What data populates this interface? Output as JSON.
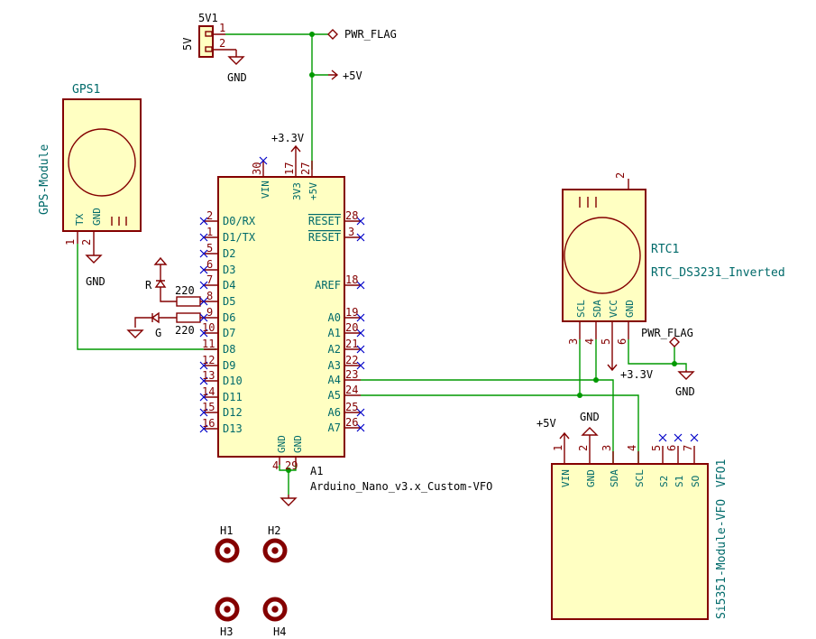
{
  "connector_5v1": {
    "ref": "5V1",
    "value": "5V",
    "pin1": "1",
    "pin2": "2",
    "gnd": "GND"
  },
  "power": {
    "pwr_flag": "PWR_FLAG",
    "plus5v": "+5V",
    "plus3v3": "+3.3V",
    "gnd": "GND"
  },
  "gps": {
    "ref": "GPS1",
    "value": "GPS-Module",
    "pin_tx": "TX",
    "pin_gnd": "GND",
    "pin1": "1",
    "pin2": "2",
    "gnd": "GND"
  },
  "nano": {
    "ref": "A1",
    "value": "Arduino_Nano_v3.x_Custom-VFO",
    "top_pins": [
      {
        "name": "VIN",
        "num": "30"
      },
      {
        "name": "3V3",
        "num": "17"
      },
      {
        "name": "+5V",
        "num": "27"
      }
    ],
    "left_pins": [
      {
        "name": "D0/RX",
        "num": "2"
      },
      {
        "name": "D1/TX",
        "num": "1"
      },
      {
        "name": "D2",
        "num": "5"
      },
      {
        "name": "D3",
        "num": "6"
      },
      {
        "name": "D4",
        "num": "7"
      },
      {
        "name": "D5",
        "num": "8"
      },
      {
        "name": "D6",
        "num": "9"
      },
      {
        "name": "D7",
        "num": "10"
      },
      {
        "name": "D8",
        "num": "11"
      },
      {
        "name": "D9",
        "num": "12"
      },
      {
        "name": "D10",
        "num": "13"
      },
      {
        "name": "D11",
        "num": "14"
      },
      {
        "name": "D12",
        "num": "15"
      },
      {
        "name": "D13",
        "num": "16"
      }
    ],
    "right_pins": [
      {
        "name": "RESET",
        "num": "28"
      },
      {
        "name": "RESET",
        "num": "3"
      },
      {
        "name": "AREF",
        "num": "18"
      },
      {
        "name": "A0",
        "num": "19"
      },
      {
        "name": "A1",
        "num": "20"
      },
      {
        "name": "A2",
        "num": "21"
      },
      {
        "name": "A3",
        "num": "22"
      },
      {
        "name": "A4",
        "num": "23"
      },
      {
        "name": "A5",
        "num": "24"
      },
      {
        "name": "A6",
        "num": "25"
      },
      {
        "name": "A7",
        "num": "26"
      }
    ],
    "bottom_pins": [
      {
        "name": "GND",
        "num": "4"
      },
      {
        "name": "GND",
        "num": "29"
      }
    ]
  },
  "leds": {
    "red": "R",
    "green": "G",
    "res1": "220",
    "res2": "220"
  },
  "rtc": {
    "ref": "RTC1",
    "value": "RTC_DS3231_Inverted",
    "top_pin": "2",
    "pins": [
      {
        "name": "SCL",
        "num": "3"
      },
      {
        "name": "SDA",
        "num": "4"
      },
      {
        "name": "VCC",
        "num": "5"
      },
      {
        "name": "GND",
        "num": "6"
      }
    ]
  },
  "vfo": {
    "ref": "VFO1",
    "value": "Si5351-Module-VFO",
    "pins": [
      {
        "name": "VIN",
        "num": "1"
      },
      {
        "name": "GND",
        "num": "2"
      },
      {
        "name": "SDA",
        "num": "3"
      },
      {
        "name": "SCL",
        "num": "4"
      },
      {
        "name": "S2",
        "num": "5"
      },
      {
        "name": "S1",
        "num": "6"
      },
      {
        "name": "SO",
        "num": "7"
      }
    ]
  },
  "holes": [
    "H1",
    "H2",
    "H3",
    "H4"
  ],
  "colors": {
    "wire": "#009900",
    "body": "#840000",
    "fill": "#ffffc2",
    "ref": "#006a6a",
    "noconnect": "#0000c8"
  }
}
